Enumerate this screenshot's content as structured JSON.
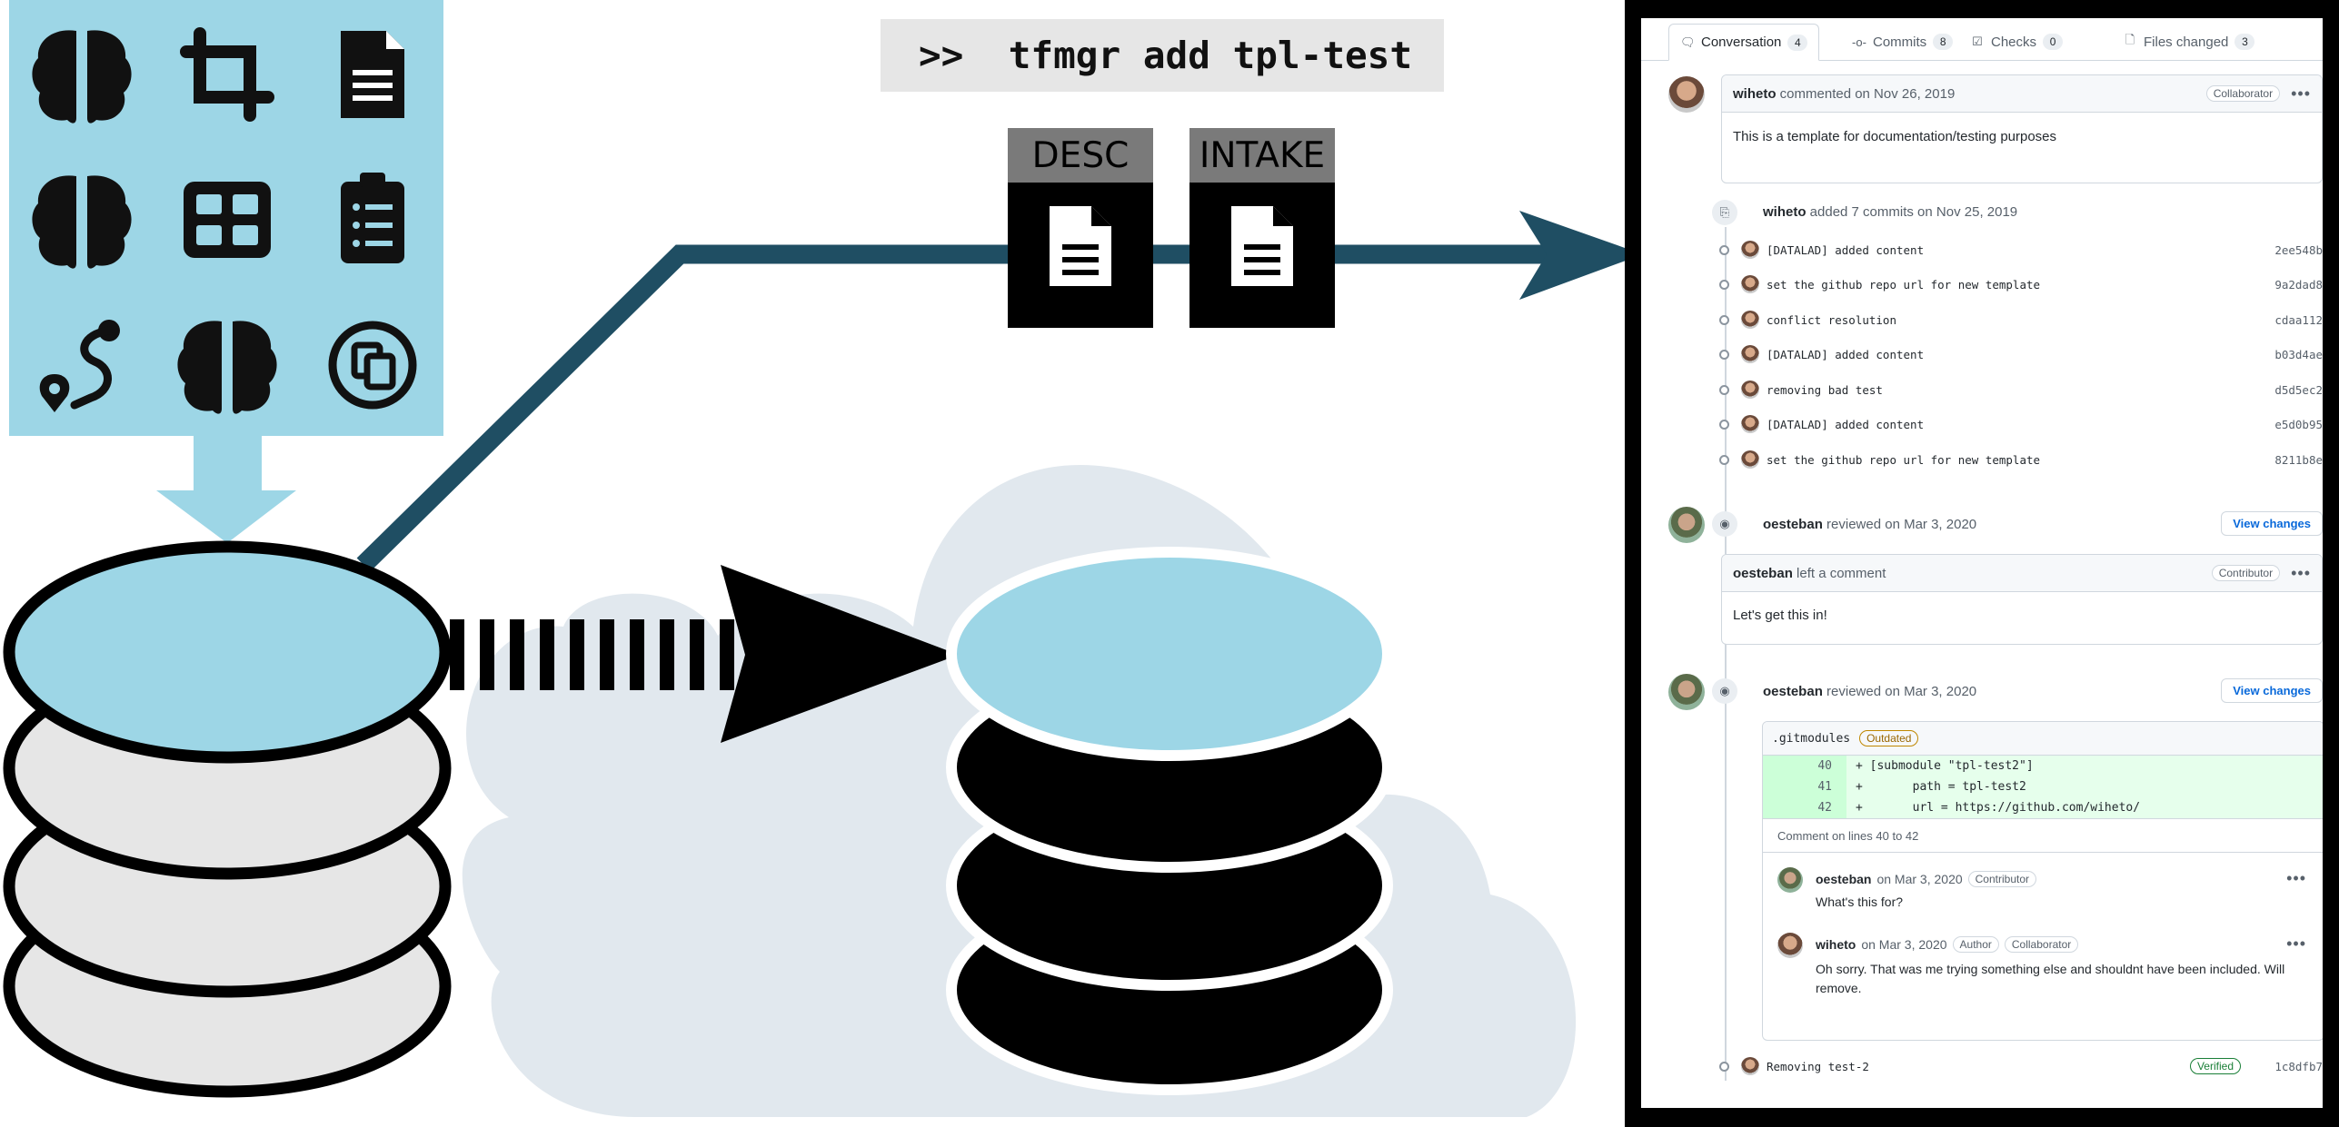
{
  "command": ">>  tfmgr add tpl-test",
  "doc_cards": [
    {
      "label": "DESC"
    },
    {
      "label": "INTAKE"
    }
  ],
  "icons": [
    "brain-icon",
    "crop-icon",
    "document-icon",
    "brain-icon",
    "grid-icon",
    "clipboard-list-icon",
    "route-icon",
    "brain-icon",
    "copy-circle-icon"
  ],
  "colors": {
    "light_blue": "#9dd6e6",
    "dark_teal": "#1f4e63",
    "cloud_gray": "#e1e8ee",
    "disk_gray": "#e6e6e6",
    "black": "#000000"
  },
  "pr": {
    "tabs": [
      {
        "label": "Conversation",
        "count": "4",
        "icon": "comment-icon"
      },
      {
        "label": "Commits",
        "count": "8",
        "icon": "commit-icon"
      },
      {
        "label": "Checks",
        "count": "0",
        "icon": "checks-icon"
      },
      {
        "label": "Files changed",
        "count": "3",
        "icon": "file-diff-icon"
      }
    ],
    "first_comment": {
      "author": "wiheto",
      "action": "commented on Nov 26, 2019",
      "role": "Collaborator",
      "body": "This is a template for documentation/testing purposes"
    },
    "commits_event": {
      "author": "wiheto",
      "text": "added 7 commits on Nov 25, 2019"
    },
    "commits": [
      {
        "message": "[DATALAD] added content",
        "sha": "2ee548b"
      },
      {
        "message": "set the github repo url for new template",
        "sha": "9a2dad8"
      },
      {
        "message": "conflict resolution",
        "sha": "cdaa112"
      },
      {
        "message": "[DATALAD] added content",
        "sha": "b03d4ae"
      },
      {
        "message": "removing bad test",
        "sha": "d5d5ec2"
      },
      {
        "message": "[DATALAD] added content",
        "sha": "e5d0b95"
      },
      {
        "message": "set the github repo url for new template",
        "sha": "8211b8e"
      }
    ],
    "review1": {
      "author": "oesteban",
      "text": "reviewed on Mar 3, 2020",
      "button": "View changes",
      "comment_author": "oesteban",
      "comment_action": "left a comment",
      "comment_role": "Contributor",
      "comment_body": "Let's get this in!"
    },
    "review2": {
      "author": "oesteban",
      "text": "reviewed on Mar 3, 2020",
      "button": "View changes",
      "file": ".gitmodules",
      "badge": "Outdated",
      "code": [
        {
          "ln": "40",
          "text": "+ [submodule \"tpl-test2\"]"
        },
        {
          "ln": "41",
          "text": "+       path = tpl-test2"
        },
        {
          "ln": "42",
          "text": "+       url = https://github.com/wiheto/"
        }
      ],
      "lines_note": "Comment on lines 40 to 42",
      "replies": [
        {
          "author": "oesteban",
          "date": "on Mar 3, 2020",
          "roles": [
            "Contributor"
          ],
          "body": "What's this for?"
        },
        {
          "author": "wiheto",
          "date": "on Mar 3, 2020",
          "roles": [
            "Author",
            "Collaborator"
          ],
          "body": "Oh sorry. That was me trying something else and shouldnt have been included. Will remove."
        }
      ]
    },
    "last_commit": {
      "message": "Removing test-2",
      "badge": "Verified",
      "sha": "1c8dfb7"
    }
  }
}
